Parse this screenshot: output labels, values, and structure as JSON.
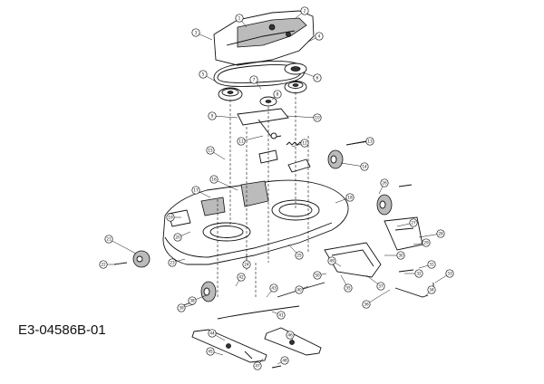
{
  "diagram": {
    "part_number": "E3-04586B-01",
    "callout_labels": [
      "1",
      "2",
      "3",
      "4",
      "5",
      "6",
      "7",
      "8",
      "9",
      "10",
      "11",
      "12",
      "13",
      "14",
      "15",
      "16",
      "17",
      "18",
      "19",
      "20",
      "21",
      "22",
      "23",
      "24",
      "25",
      "26",
      "27",
      "28",
      "29",
      "30",
      "31",
      "32",
      "33",
      "34",
      "35",
      "36",
      "37",
      "38",
      "39",
      "40",
      "41",
      "42",
      "43",
      "44",
      "45",
      "46",
      "47",
      "48",
      "49",
      "50"
    ]
  }
}
